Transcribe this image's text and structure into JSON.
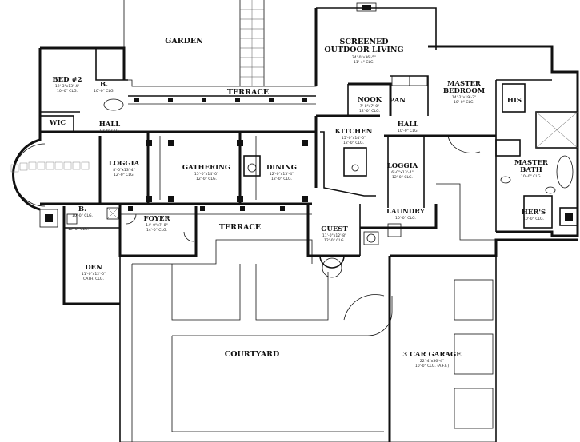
{
  "rooms": [
    {
      "key": "garden",
      "name": "GARDEN",
      "dims": []
    },
    {
      "key": "screened",
      "name": "SCREENED\nOUTDOOR LIVING",
      "dims": [
        "24'-0\"x36'-5\"",
        "11'-4\" CLG."
      ]
    },
    {
      "key": "master_bedroom",
      "name": "MASTER\nBEDROOM",
      "dims": [
        "14'-2\"x19'-2\"",
        "10'-0\" CLG."
      ]
    },
    {
      "key": "bed2",
      "name": "BED #2",
      "dims": [
        "12'-3\"x13'-4\"",
        "10'-0\" CLG."
      ]
    },
    {
      "key": "bath_b_upper",
      "name": "B.",
      "dims": [
        "10'-0\" CLG."
      ]
    },
    {
      "key": "wic",
      "name": "WIC",
      "dims": []
    },
    {
      "key": "hall_left",
      "name": "HALL",
      "dims": [
        "10'-0\" CLG."
      ]
    },
    {
      "key": "terrace_top",
      "name": "TERRACE",
      "dims": []
    },
    {
      "key": "nook",
      "name": "NOOK",
      "dims": [
        "7'-8\"x7'-0\"",
        "12'-0\" CLG."
      ]
    },
    {
      "key": "pan",
      "name": "PAN",
      "dims": []
    },
    {
      "key": "his",
      "name": "HIS",
      "dims": []
    },
    {
      "key": "hall_right",
      "name": "HALL",
      "dims": [
        "10'-0\" CLG."
      ]
    },
    {
      "key": "kitchen",
      "name": "KITCHEN",
      "dims": [
        "15'-0\"x14'-0\"",
        "12'-0\" CLG."
      ]
    },
    {
      "key": "loggia_left",
      "name": "LOGGIA",
      "dims": [
        "8'-0\"x13'-4\"",
        "12'-0\" CLG."
      ]
    },
    {
      "key": "gathering",
      "name": "GATHERING",
      "dims": [
        "15'-0\"x14'-0\"",
        "12'-0\" CLG."
      ]
    },
    {
      "key": "dining",
      "name": "DINING",
      "dims": [
        "12'-0\"x13'-4\"",
        "12'-0\" CLG."
      ]
    },
    {
      "key": "loggia_right",
      "name": "LOGGIA",
      "dims": [
        "6'-0\"x13'-4\"",
        "12'-0\" CLG."
      ]
    },
    {
      "key": "master_bath",
      "name": "MASTER\nBATH",
      "dims": [
        "10'-0\" CLG."
      ]
    },
    {
      "key": "hers",
      "name": "HER'S",
      "dims": [
        "10'-0\" CLG."
      ]
    },
    {
      "key": "bath_b_lower",
      "name": "B.",
      "dims": [
        "10'-0\" CLG."
      ]
    },
    {
      "key": "hall_lower",
      "name": "",
      "dims": [
        "12'-0\" CLG."
      ]
    },
    {
      "key": "foyer",
      "name": "FOYER",
      "dims": [
        "14'-0\"x7'-8\"",
        "14'-0\" CLG."
      ]
    },
    {
      "key": "terrace_bottom",
      "name": "TERRACE",
      "dims": []
    },
    {
      "key": "guest",
      "name": "GUEST",
      "dims": [
        "11'-0\"x12'-8\"",
        "12'-0\" CLG."
      ]
    },
    {
      "key": "laundry",
      "name": "LAUNDRY",
      "dims": [
        "10'-0\" CLG."
      ]
    },
    {
      "key": "den",
      "name": "DEN",
      "dims": [
        "11'-0\"x12'-0\"",
        "CATH. CLG."
      ]
    },
    {
      "key": "courtyard",
      "name": "COURTYARD",
      "dims": []
    },
    {
      "key": "garage",
      "name": "3 CAR GARAGE",
      "dims": [
        "22'-4\"x36'-4\"",
        "10'-0\" CLG. (A.F.F.)"
      ]
    }
  ],
  "colors": {
    "wall": "#111111",
    "background": "#ffffff",
    "tile": "#888888"
  }
}
